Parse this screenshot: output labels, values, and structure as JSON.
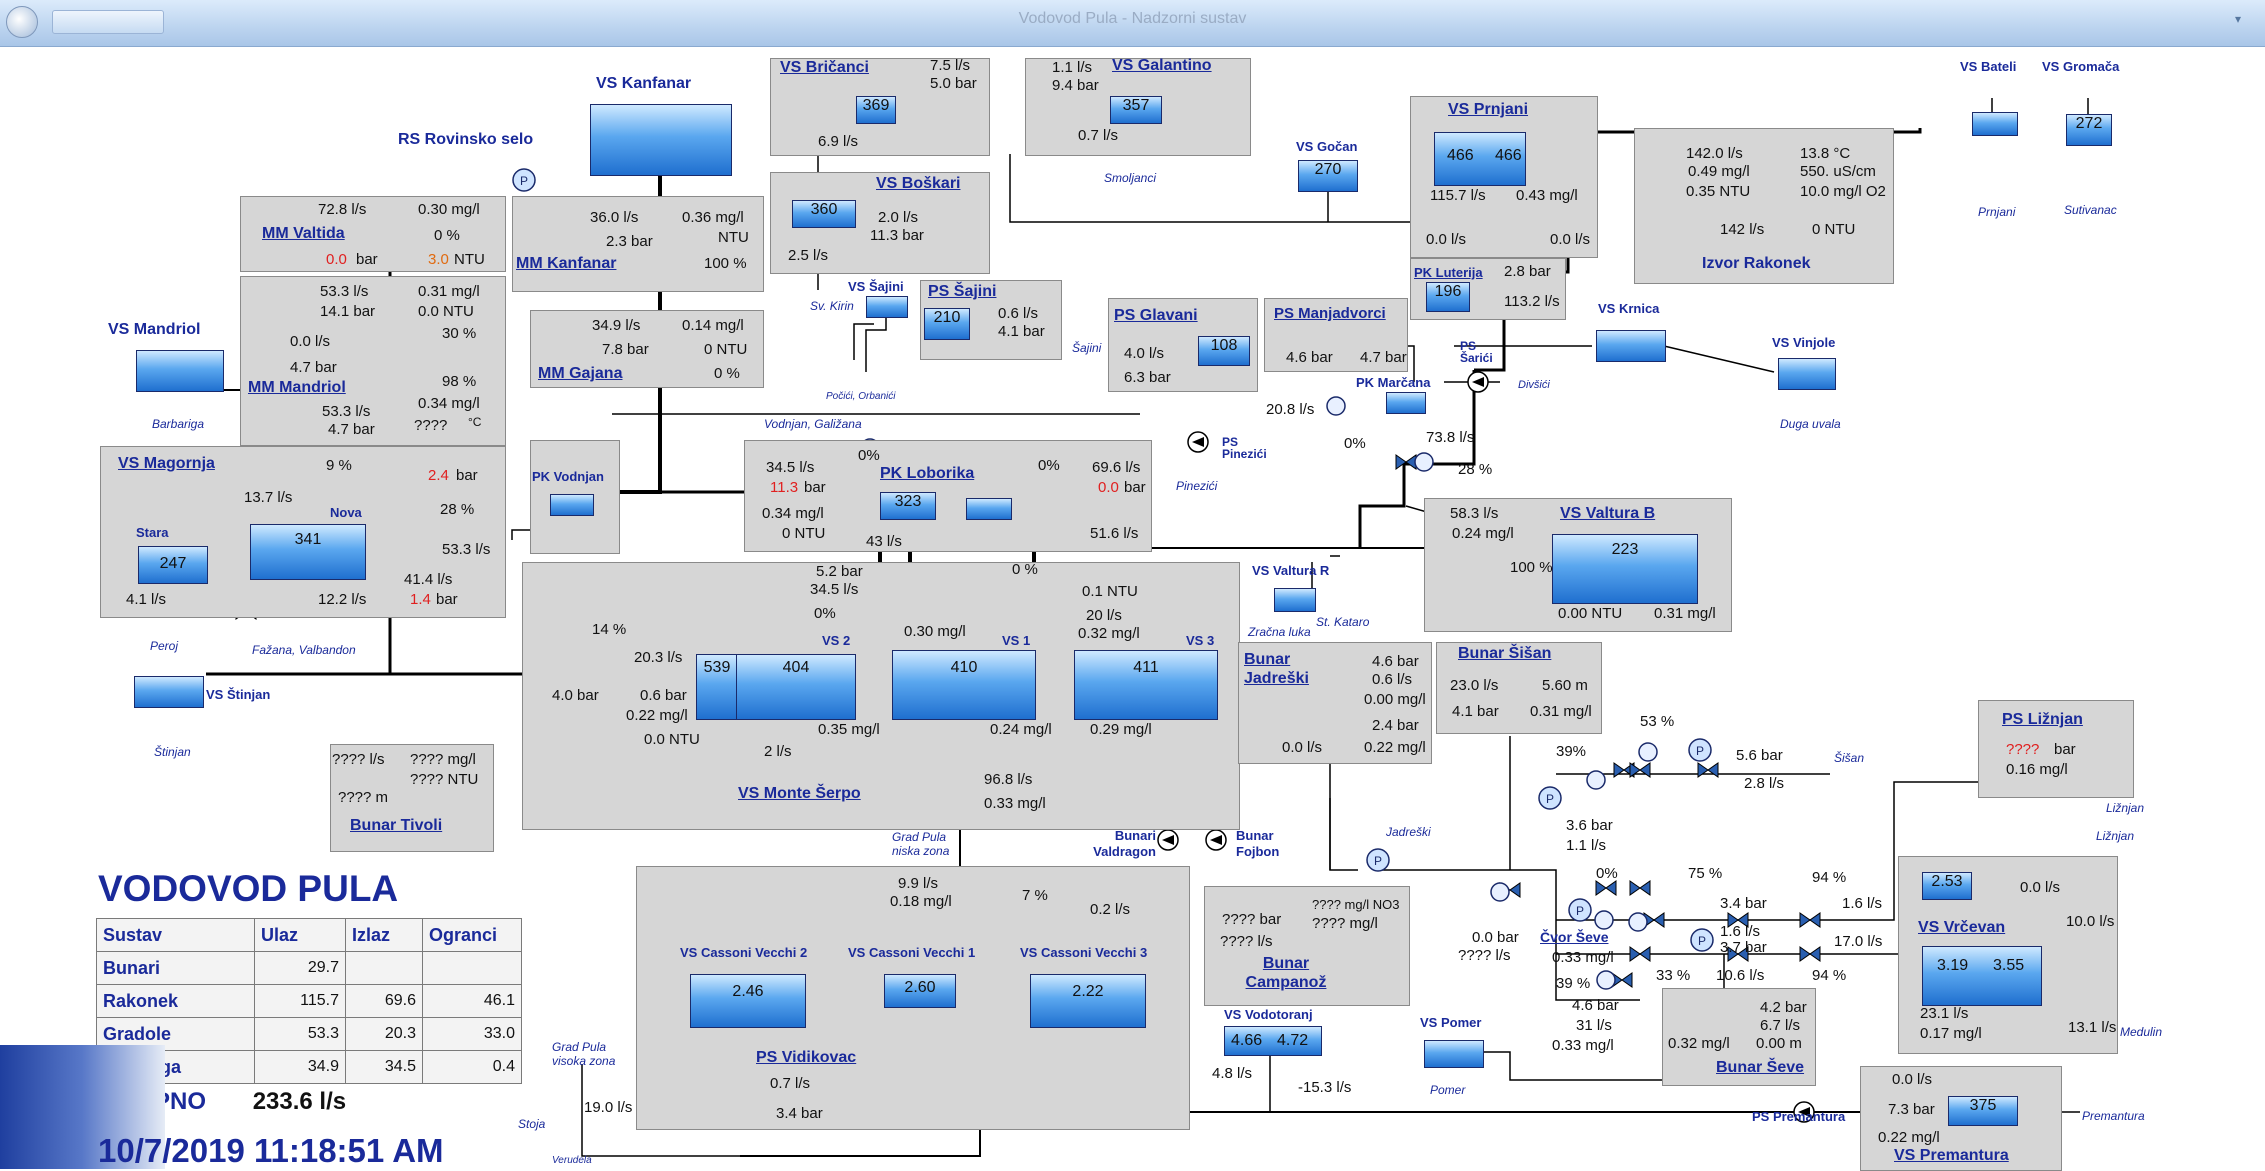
{
  "window": {
    "title": "Vodovod Pula - Nadzorni sustav"
  },
  "brand": "VODOVOD PULA",
  "datetime": "10/7/2019 11:18:51 AM",
  "summary": {
    "headers": [
      "Sustav",
      "Ulaz",
      "Izlaz",
      "Ogranci"
    ],
    "rows": [
      {
        "name": "Bunari",
        "ulaz": "29.7",
        "izlaz": "",
        "ogranci": ""
      },
      {
        "name": "Rakonek",
        "ulaz": "115.7",
        "izlaz": "69.6",
        "ogranci": "46.1"
      },
      {
        "name": "Gradole",
        "ulaz": "53.3",
        "izlaz": "20.3",
        "ogranci": "33.0"
      },
      {
        "name": "Butoniga",
        "ulaz": "34.9",
        "izlaz": "34.5",
        "ogranci": "0.4"
      }
    ],
    "total_label": "UKUPNO",
    "total_value": "233.6 l/s"
  },
  "stations": {
    "vs_kanfanar": "VS Kanfanar",
    "rs_rovinsko": "RS Rovinsko selo",
    "vs_bricanci": "VS Bričanci",
    "vs_galantino": "VS Galantino",
    "vs_boskari": "VS Boškari",
    "vs_sajini": "VS Šajini",
    "ps_sajini": "PS Šajini",
    "vs_gocan": "VS Gočan",
    "vs_prnjani": "VS Prnjani",
    "vs_bateli": "VS Bateli",
    "vs_gromaca": "VS Gromača",
    "izvor_rakonek": "Izvor Rakonek",
    "mm_valtida": "MM Valtida",
    "mm_kanfanar": "MM Kanfanar",
    "mm_mandriol": "MM Mandriol",
    "mm_gajana": "MM Gajana",
    "vs_mandriol": "VS Mandriol",
    "vs_magornja": "VS Magornja",
    "pk_vodnjan": "PK Vodnjan",
    "pk_loborika": "PK Loborika",
    "ps_glavani": "PS Glavani",
    "ps_manjadvorci": "PS Manjadvorci",
    "pk_luterija": "PK Luterija",
    "ps_sarici": "PS Šarići",
    "vs_krnica": "VS Krnica",
    "vs_vinjole": "VS Vinjole",
    "pk_marcana": "PK Marčana",
    "ps_pinezici": "PS Pinezići",
    "vs_valtura_b": "VS Valtura B",
    "vs_valtura_r": "VS Valtura R",
    "bunar_jadreski": "Bunar Jadreški",
    "bunar_sisan": "Bunar Šišan",
    "ps_liznjan": "PS Ližnjan",
    "vs_stinjan": "VS Štinjan",
    "bunar_tivoli": "Bunar Tivoli",
    "vs_monte_serpo": "VS Monte Šerpo",
    "bunari_valdragon": "Bunari Valdragon",
    "bunar_fojbon": "Bunar Fojbon",
    "bunar_campanoz": "Bunar Campanož",
    "cvor_seve": "Čvor Ševe",
    "vs_vrcevan": "VS Vrčevan",
    "bunar_seve": "Bunar Ševe",
    "vs_vodotoranj": "VS Vodotoranj",
    "vs_pomer": "VS Pomer",
    "ps_premantura": "PS Premantura",
    "vs_premantura": "VS Premantura",
    "ps_vidikovac": "PS Vidikovac",
    "vs_cassoni_2": "VS Cassoni Vecchi 2",
    "vs_cassoni_1": "VS Cassoni Vecchi 1",
    "vs_cassoni_3": "VS Cassoni Vecchi 3",
    "stara": "Stara",
    "nova": "Nova",
    "vs2": "VS 2",
    "vs1": "VS 1",
    "vs3": "VS 3"
  },
  "places": {
    "smoljanci": "Smoljanci",
    "sv_kirin": "Sv. Kirin",
    "sajini": "Šajini",
    "pocici": "Počići, Orbanići",
    "prnjani": "Prnjani",
    "sutivanac": "Sutivanac",
    "barbariga": "Barbariga",
    "vodnjan": "Vodnjan, Galižana",
    "divsici": "Divšići",
    "duga_uvala": "Duga uvala",
    "pinezici": "Pinezići",
    "peroj": "Peroj",
    "fazana": "Fažana, Valbandon",
    "zracna_luka": "Zračna luka",
    "st_kataro": "St. Kataro",
    "stinjan": "Štinjan",
    "grad_pula_niska": "Grad Pula niska zona",
    "jadreski": "Jadreški",
    "sisan": "Šišan",
    "liznjan1": "Ližnjan",
    "liznjan2": "Ližnjan",
    "medulin": "Medulin",
    "pomer": "Pomer",
    "premantura": "Premantura",
    "grad_pula_visoka": "Grad Pula visoka zona",
    "stoja": "Stoja",
    "verudela": "Verudela"
  },
  "tanks": {
    "t369": "369",
    "t357": "357",
    "t360": "360",
    "t210": "210",
    "t270": "270",
    "t466a": "466",
    "t466b": "466",
    "t272": "272",
    "t108": "108",
    "t196": "196",
    "t341": "341",
    "t247": "247",
    "t323": "323",
    "t223": "223",
    "t539": "539",
    "t404": "404",
    "t410": "410",
    "t411": "411",
    "t246": "2.46",
    "t260": "2.60",
    "t222": "2.22",
    "t253": "2.53",
    "t319": "3.19",
    "t355": "3.55",
    "t466v": "4.66",
    "t472": "4.72",
    "t375": "375"
  },
  "values": {
    "bricanci_q": "7.5 l/s",
    "bricanci_p": "5.0 bar",
    "bricanci_q2": "6.9 l/s",
    "galantino_q": "1.1 l/s",
    "galantino_p": "9.4 bar",
    "galantino_q2": "0.7 l/s",
    "boskari_q": "2.0 l/s",
    "boskari_p": "11.3 bar",
    "boskari_q2": "2.5 l/s",
    "psajini_q": "0.6 l/s",
    "psajini_p": "4.1 bar",
    "valtida_q": "72.8 l/s",
    "valtida_p": "0.0",
    "valtida_p_u": "bar",
    "valtida_cl": "0.30 mg/l",
    "valtida_v": "0 %",
    "valtida_ntu": "3.0",
    "valtida_ntu_u": "NTU",
    "kanfanar_q": "36.0 l/s",
    "kanfanar_p": "2.3 bar",
    "kanfanar_cl": "0.36 mg/l",
    "kanfanar_ntu": "NTU",
    "kanfanar_v": "100 %",
    "mandriol_q": "53.3 l/s",
    "mandriol_p": "14.1 bar",
    "mandriol_cl": "0.31 mg/l",
    "mandriol_ntu": "0.0 NTU",
    "mandriol_v": "30 %",
    "mandriol_q0": "0.0 l/s",
    "mandriol_p0": "4.7 bar",
    "mandriol_v2": "98 %",
    "mandriol_q3": "53.3 l/s",
    "mandriol_p3": "4.7 bar",
    "mandriol_cl3": "0.34 mg/l",
    "mandriol_t": "????",
    "mandriol_tu": "°C",
    "gajana_q": "34.9 l/s",
    "gajana_p": "7.8 bar",
    "gajana_cl": "0.14 mg/l",
    "gajana_ntu": "0 NTU",
    "gajana_v": "0 %",
    "prnjani_q": "115.7 l/s",
    "prnjani_cl": "0.43 mg/l",
    "prnjani_q0": "0.0 l/s",
    "prnjani_q1": "0.0 l/s",
    "rakonek_q": "142.0 l/s",
    "rakonek_cl": "0.49 mg/l",
    "rakonek_ntu": "0.35 NTU",
    "rakonek_t": "13.8 °C",
    "rakonek_cond": "550. uS/cm",
    "rakonek_o2": "10.0 mg/l O2",
    "rakonek_q2": "142 l/s",
    "rakonek_ntu2": "0 NTU",
    "luterija_p": "2.8 bar",
    "luterija_q": "113.2 l/s",
    "glavani_q": "4.0 l/s",
    "glavani_p": "6.3 bar",
    "manjadvorci_p": "4.6 bar",
    "manjadvorci_p2": "4.7 bar",
    "magornja_v": "9 %",
    "magornja_p": "2.4",
    "magornja_pu": "bar",
    "magornja_q": "13.7 l/s",
    "magornja_v2": "28 %",
    "magornja_q2": "53.3 l/s",
    "magornja_q3": "4.1 l/s",
    "magornja_q4": "12.2 l/s",
    "magornja_q5": "41.4 l/s",
    "magornja_p5": "1.4",
    "magornja_p5u": "bar",
    "loborika_q": "34.5 l/s",
    "loborika_p": "11.3",
    "loborika_pu": "bar",
    "loborika_v": "0%",
    "loborika_cl": "0.34 mg/l",
    "loborika_ntu": "0 NTU",
    "loborika_v2": "0%",
    "loborika_q2": "69.6 l/s",
    "loborika_p2": "0.0",
    "loborika_p2u": "bar",
    "loborika_q3": "43 l/s",
    "loborika_q4": "51.6 l/s",
    "marcana_q": "20.8 l/s",
    "marcana_v": "0%",
    "marcana_q2": "73.8 l/s",
    "marcana_v2": "28 %",
    "valturab_q": "58.3 l/s",
    "valturab_cl": "0.24 mg/l",
    "valturab_v": "100 %",
    "valturab_ntu": "0.00 NTU",
    "valturab_cl2": "0.31 mg/l",
    "serpo_p": "5.2 bar",
    "serpo_q": "34.5 l/s",
    "serpo_v": "0%",
    "serpo_v2": "0 %",
    "serpo_ntu": "0.1 NTU",
    "serpo_q2": "20 l/s",
    "serpo_cl": "0.32 mg/l",
    "serpo_cl2": "0.30 mg/l",
    "serpo_v3": "14 %",
    "serpo_q3": "20.3 l/s",
    "serpo_p3": "4.0 bar",
    "serpo_p4": "0.6 bar",
    "serpo_cl4": "0.22 mg/l",
    "serpo_ntu4": "0.0 NTU",
    "serpo_cl5": "0.35 mg/l",
    "serpo_cl6": "0.24 mg/l",
    "serpo_cl7": "0.29 mg/l",
    "serpo_q5": "2 l/s",
    "serpo_q6": "96.8 l/s",
    "serpo_cl8": "0.33 mg/l",
    "jadreski_p": "4.6 bar",
    "jadreski_q": "0.6 l/s",
    "jadreski_cl": "0.00 mg/l",
    "jadreski_p2": "2.4 bar",
    "jadreski_cl2": "0.22 mg/l",
    "jadreski_q2": "0.0 l/s",
    "sisan_q": "23.0 l/s",
    "sisan_m": "5.60 m",
    "sisan_p": "4.1 bar",
    "sisan_cl": "0.31 mg/l",
    "tivoli_q": "???? l/s",
    "tivoli_cl": "???? mg/l",
    "tivoli_ntu": "???? NTU",
    "tivoli_m": "???? m",
    "cas_q": "9.9 l/s",
    "cas_cl": "0.18 mg/l",
    "cas_v": "7 %",
    "cas_q2": "0.2 l/s",
    "vid_q": "0.7 l/s",
    "vid_p": "3.4 bar",
    "stoja_q": "19.0 l/s",
    "camp_p": "???? bar",
    "camp_q": "???? l/s",
    "camp_no3": "???? mg/l NO3",
    "camp_cl": "???? mg/l",
    "vodo_q": "4.8 l/s",
    "vodo_q2": "-15.3 l/s",
    "liznjan_p": "????",
    "liznjan_pu": "bar",
    "liznjan_cl": "0.16 mg/l",
    "seve_v1": "39%",
    "seve_v2": "53 %",
    "seve_p": "5.6 bar",
    "seve_q": "2.8 l/s",
    "seve_p2": "3.6 bar",
    "seve_q2": "1.1 l/s",
    "seve_v3": "0%",
    "seve_v4": "75 %",
    "seve_p3": "3.4 bar",
    "seve_q3": "1.6 l/s",
    "seve_p4": "3.7 bar",
    "seve_v5": "94 %",
    "seve_q4": "1.6 l/s",
    "seve_q5": "17.0 l/s",
    "seve_v6": "94 %",
    "seve_q6": "10.6 l/s",
    "seve_v7": "33 %",
    "seve_q7": "0.0 bar",
    "seve_q8": "???? l/s",
    "seve_cl": "0.33 mg/l",
    "seve_v8": "39 %",
    "seve_p8": "4.6 bar",
    "seve_q9": "31 l/s",
    "seve_cl9": "0.33 mg/l",
    "bseve_p": "4.2 bar",
    "bseve_q": "6.7 l/s",
    "bseve_m": "0.00 m",
    "bseve_cl": "0.32 mg/l",
    "vrc_q": "0.0 l/s",
    "vrc_q2": "10.0 l/s",
    "vrc_q3": "23.1 l/s",
    "vrc_cl": "0.17 mg/l",
    "vrc_q4": "13.1 l/s",
    "prem_q": "0.0 l/s",
    "prem_p": "7.3 bar",
    "prem_cl": "0.22 mg/l"
  },
  "colors": {
    "pipe": "#000000",
    "panel": "#d6d6d6",
    "title_blue": "#1a2a9a",
    "alarm_red": "#e02020",
    "tank_blue": "#3a8ee6"
  }
}
